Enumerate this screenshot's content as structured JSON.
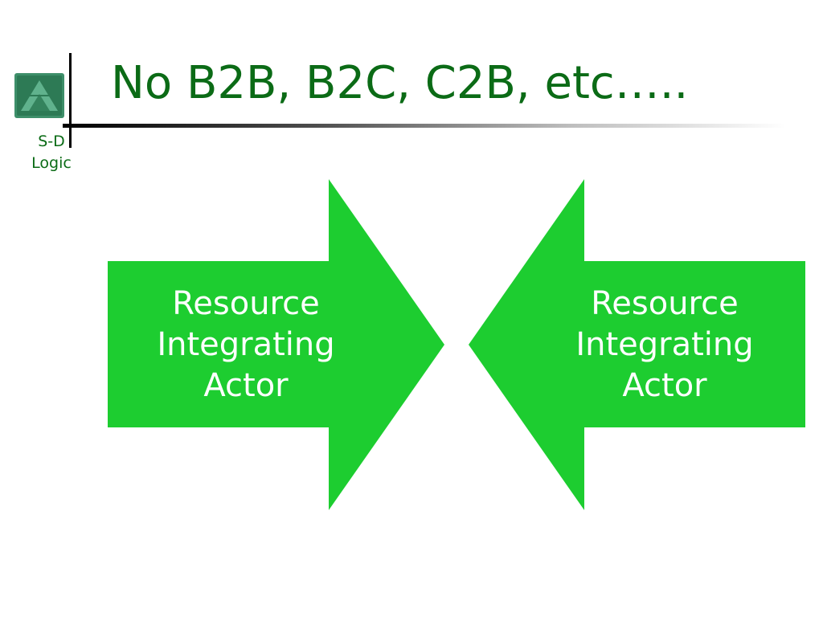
{
  "slide": {
    "title": "No B2B, B2C, C2B, etc…..",
    "footer_line1": "S-D",
    "footer_line2": "Logic"
  },
  "colors": {
    "title": "#0b6b16",
    "footer": "#0b6b16",
    "arrow_fill": "#1dcd30",
    "arrow_text": "#ffffff",
    "logo_frame": "#3e8f6a",
    "logo_inner": "#2d7a55"
  },
  "arrows": {
    "left": {
      "direction": "right",
      "line1": "Resource",
      "line2": "Integrating",
      "line3": "Actor"
    },
    "right": {
      "direction": "left",
      "line1": "Resource",
      "line2": "Integrating",
      "line3": "Actor"
    }
  }
}
